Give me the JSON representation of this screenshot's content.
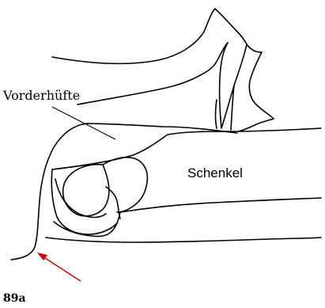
{
  "labels": {
    "fore_hip": "Vorderhüfte",
    "femur": "Schenkel"
  },
  "figure_number": "89a",
  "colors": {
    "outline": "#000000",
    "arrow": "#cc0000",
    "background": "#ffffff"
  }
}
